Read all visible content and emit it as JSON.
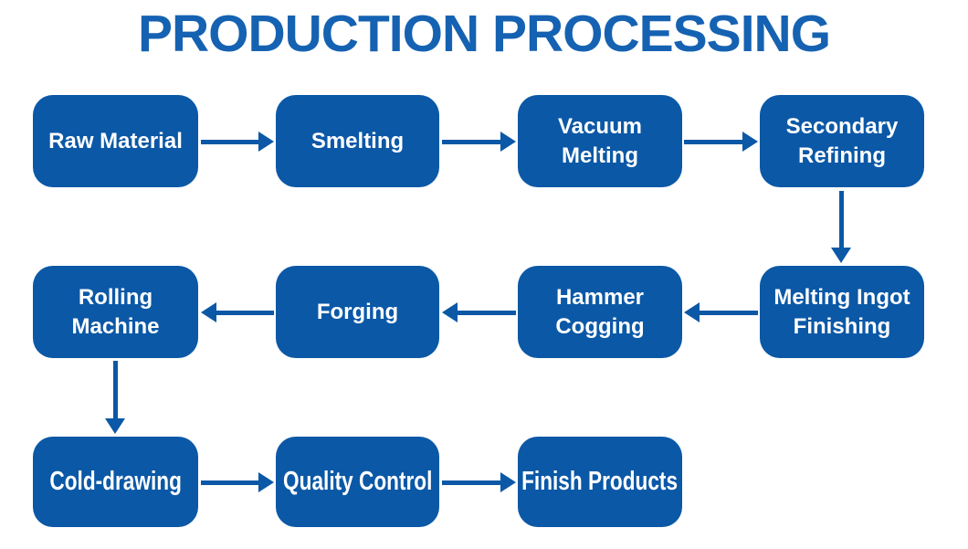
{
  "title": "PRODUCTION PROCESSING",
  "colors": {
    "box_fill": "#0b58a6",
    "arrow": "#0b58a6",
    "title_text": "#1562b2",
    "node_text": "#ffffff",
    "background": "#ffffff"
  },
  "nodes": [
    {
      "id": "raw-material",
      "label": "Raw Material"
    },
    {
      "id": "smelting",
      "label": "Smelting"
    },
    {
      "id": "vacuum-melting",
      "label": "Vacuum\nMelting"
    },
    {
      "id": "secondary-refining",
      "label": "Secondary\nRefining"
    },
    {
      "id": "melting-ingot-finishing",
      "label": "Melting Ingot\nFinishing"
    },
    {
      "id": "hammer-cogging",
      "label": "Hammer\nCogging"
    },
    {
      "id": "forging",
      "label": "Forging"
    },
    {
      "id": "rolling-machine",
      "label": "Rolling\nMachine"
    },
    {
      "id": "cold-drawing",
      "label": "Cold-drawing"
    },
    {
      "id": "quality-control",
      "label": "Quality Control"
    },
    {
      "id": "finish-products",
      "label": "Finish Products"
    }
  ],
  "arrows": [
    {
      "from": "raw-material",
      "to": "smelting",
      "direction": "right"
    },
    {
      "from": "smelting",
      "to": "vacuum-melting",
      "direction": "right"
    },
    {
      "from": "vacuum-melting",
      "to": "secondary-refining",
      "direction": "right"
    },
    {
      "from": "secondary-refining",
      "to": "melting-ingot-finishing",
      "direction": "down"
    },
    {
      "from": "melting-ingot-finishing",
      "to": "hammer-cogging",
      "direction": "left"
    },
    {
      "from": "hammer-cogging",
      "to": "forging",
      "direction": "left"
    },
    {
      "from": "forging",
      "to": "rolling-machine",
      "direction": "left"
    },
    {
      "from": "rolling-machine",
      "to": "cold-drawing",
      "direction": "down"
    },
    {
      "from": "cold-drawing",
      "to": "quality-control",
      "direction": "right"
    },
    {
      "from": "quality-control",
      "to": "finish-products",
      "direction": "right"
    }
  ]
}
